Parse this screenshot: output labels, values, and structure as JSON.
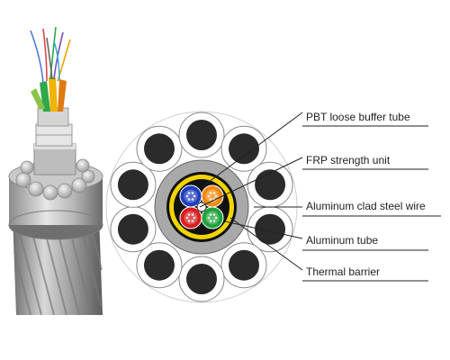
{
  "labels": {
    "buffer_tube": "PBT loose buffer tube",
    "strength_unit": "FRP strength unit",
    "clad_wire": "Aluminum clad steel wire",
    "aluminum_tube": "Aluminum  tube",
    "thermal_barrier": "Thermal barrier"
  },
  "colors": {
    "wire_fill": "#2b2b2b",
    "aluminum_tube": "#a9a9a9",
    "thermal_barrier": "#f2d400",
    "tube_blue": "#1f3fbf",
    "tube_orange": "#f08a10",
    "tube_red": "#d81e1e",
    "tube_green": "#1ea33a"
  }
}
